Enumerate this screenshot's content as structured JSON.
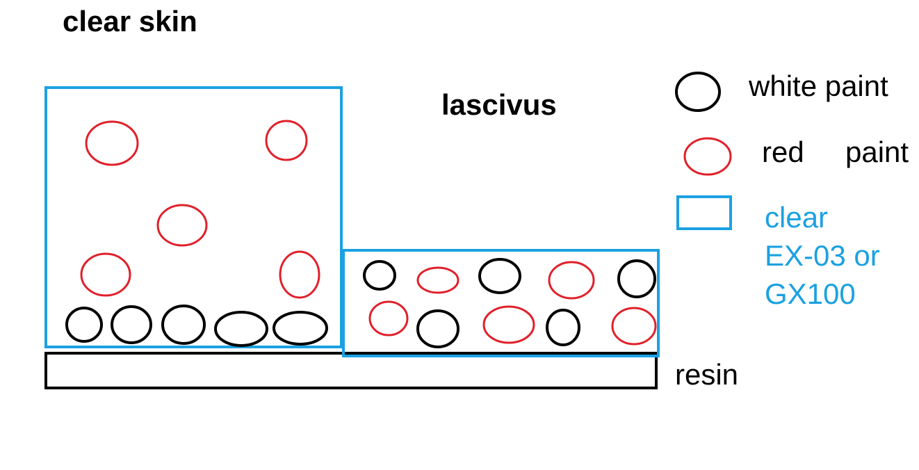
{
  "titles": {
    "clear_skin": "clear skin",
    "lascivus": "lascivus"
  },
  "legend": {
    "white_paint": "white paint",
    "red_paint_word1": "red",
    "red_paint_word2": "paint",
    "clear_lines": [
      "clear",
      "EX-03 or",
      "GX100"
    ]
  },
  "labels": {
    "resin": "resin"
  },
  "colors": {
    "white_paint_outline": "#000000",
    "red_paint_outline": "#e0202a",
    "clear_outline": "#1ba1e2",
    "resin_outline": "#000000"
  }
}
